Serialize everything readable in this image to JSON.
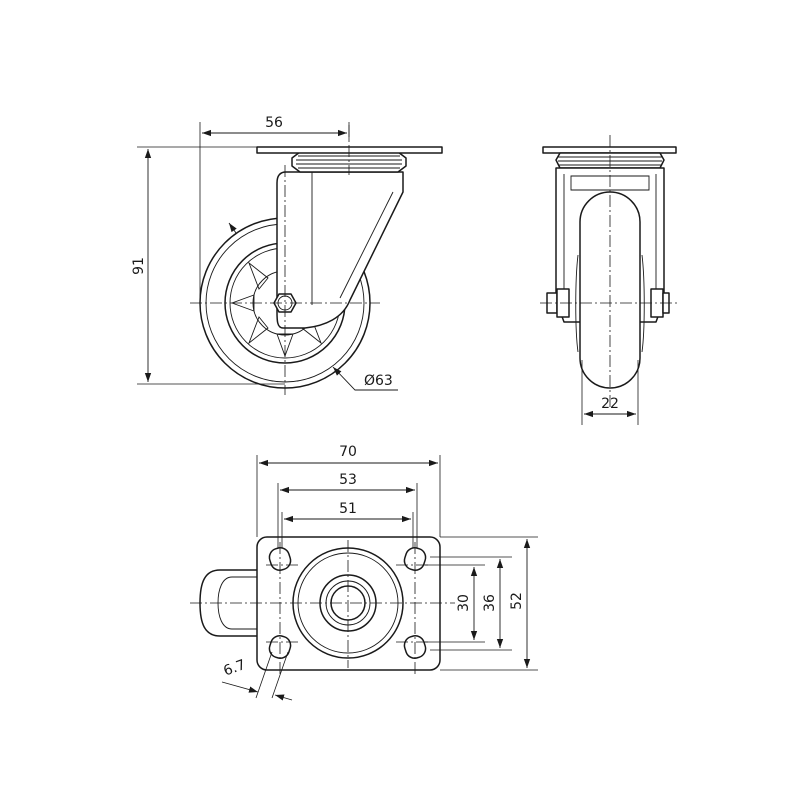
{
  "dimensions": {
    "mounting_height": "91",
    "swivel_offset": "56",
    "wheel_diameter": "Ø63",
    "wheel_width": "22",
    "plate_length": "70",
    "hole_spacing_outer": "53",
    "hole_spacing_inner": "51",
    "slot_span_inner": "30",
    "slot_span_outer": "36",
    "plate_width": "52",
    "slot_width": "6.7"
  },
  "colors": {
    "line": "#1a1a1a",
    "background": "#ffffff"
  }
}
